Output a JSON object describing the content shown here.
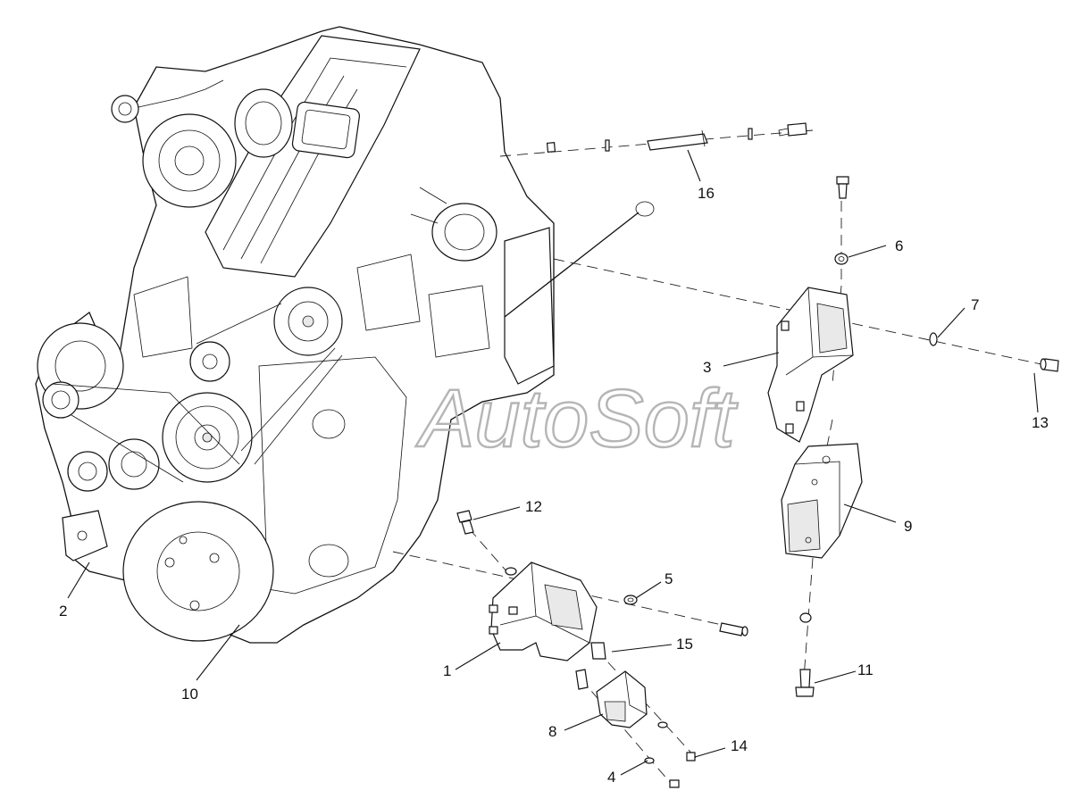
{
  "watermark": "AutoSoft",
  "callouts": {
    "c1": "1",
    "c2": "2",
    "c3": "3",
    "c4": "4",
    "c5": "5",
    "c6": "6",
    "c7": "7",
    "c8": "8",
    "c9": "9",
    "c10": "10",
    "c11": "11",
    "c12": "12",
    "c13": "13",
    "c14": "14",
    "c15": "15",
    "c16": "16"
  },
  "colors": {
    "line": "#111111",
    "fill": "#ffffff",
    "watermark": "#b5b5b5"
  }
}
